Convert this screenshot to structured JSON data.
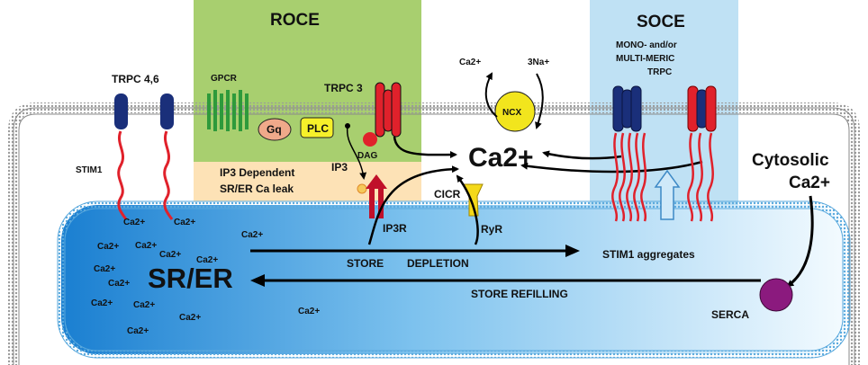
{
  "title_roce": "ROCE",
  "title_soce": "SOCE",
  "soce_sub_1": "MONO- and/or",
  "soce_sub_2": "MULTI-MERIC",
  "soce_sub_3": "TRPC",
  "trpc46": "TRPC 4,6",
  "stim1": "STIM1",
  "gpcr": "GPCR",
  "gq": "Gq",
  "plc": "PLC",
  "trpc3": "TRPC 3",
  "dag": "DAG",
  "ip3_leak_1": "IP3 Dependent",
  "ip3_leak_2": "SR/ER  Ca leak",
  "ip3": "IP3",
  "ip3r": "IP3R",
  "cicr": "CICR",
  "ryr": "RyR",
  "ncx": "NCX",
  "na": "3Na+",
  "ca_out": "Ca2+",
  "ca_center": "Ca2+",
  "cytosolic_1": "Cytosolic",
  "cytosolic_2": "Ca2+",
  "store_depletion_1": "STORE",
  "store_depletion_2": "DEPLETION",
  "store_refilling": "STORE REFILLING",
  "stim1_aggregates": "STIM1  aggregates",
  "srer": "SR/ER",
  "serca": "SERCA",
  "ca_ion": "Ca2+",
  "colors": {
    "roce_box": "#a8cf6f",
    "soce_box": "#bfe1f4",
    "leak_box": "#fde2b6",
    "channel_blue": "#1a2f7a",
    "stim_red": "#e0212b",
    "gpcr_green": "#2e9a3b",
    "gq_pink": "#f0a98a",
    "plc_yellow": "#f6f02a",
    "ncx_yellow": "#f2e51d",
    "ryr_yellow": "#f4d91a",
    "serca_purple": "#8b1a7e",
    "er_blue": "#1a7fd1"
  }
}
